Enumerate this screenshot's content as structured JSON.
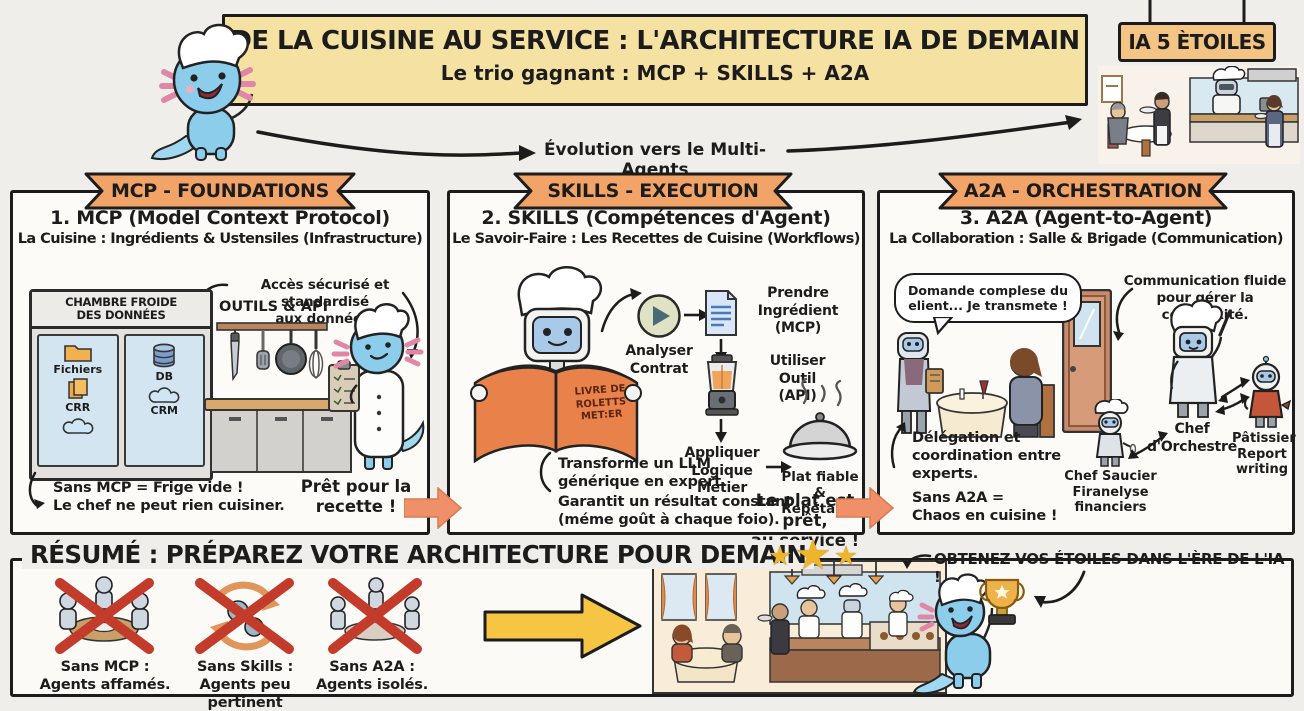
{
  "colors": {
    "background": "#efeeea",
    "panel_bg": "#fcfbf7",
    "ink": "#1c1c1c",
    "banner_yellow": "#f5e2a3",
    "ribbon_orange": "#f2a468",
    "transition_orange": "#f09068",
    "big_arrow_yellow": "#f6c544",
    "cross_red": "#c23b2b",
    "axolotl_blue": "#8ccdec",
    "gill_pink": "#e087a8",
    "star_gold": "#f0b42a",
    "sign_tan": "#f3c484"
  },
  "header": {
    "title": "DE LA CUISINE AU SERVICE : L'ARCHITECTURE IA DE DEMAIN",
    "subtitle": "Le trio gagnant : MCP + SKILLS + A2A",
    "evolution_label": "Évolution vers le Multi-Agents",
    "sign": "IA 5 ÈTOILES"
  },
  "mcp": {
    "ribbon": "MCP - FOUNDATIONS",
    "title": "1. MCP (Model Context Protocol)",
    "subtitle": "La Cuisine : Ingrédients & Ustensiles (Infrastructure)",
    "annotation": "Accès sécurisé et standardisé\naux données.",
    "fridge_label": "CHAMBRE FROIDE\nDES DONNÉES",
    "item_fichiers": "Fichiers",
    "item_crr": "CRR",
    "item_db": "DB",
    "item_crm": "CRM",
    "tools_label": "OUTILS & API",
    "warning": "Sans MCP = Frige vide !\nLe chef ne peut rien cuisiner.",
    "transition": "Prêt pour la\nrecette !"
  },
  "skills": {
    "ribbon": "SKILLS - EXECUTION",
    "title": "2. SKILLS (Compétences d'Agent)",
    "subtitle": "Le Savoir-Faire : Les Recettes de Cuisine (Workflows)",
    "book": "LIVRE DE\nROLETTS\nMET:ER",
    "step_analyser": "Analyser\nContrat",
    "step_prendre": "Prendre\nIngrédient\n(MCP)",
    "step_utiliser": "Utiliser\nOutil\n(API)",
    "step_appliquer": "Appliquer\nLogique\nMetier",
    "step_plat": "Plat fiable\n& Répétable",
    "note_transforme": "Transforme un LLM\ngénérique en expert.",
    "note_garantit": "Garantit un résultat constant\n(méme goût à chaque foio).",
    "transition": "Le plat est prêt,\nau service !"
  },
  "a2a": {
    "ribbon": "A2A - ORCHESTRATION",
    "title": "3. A2A (Agent-to-Agent)",
    "subtitle": "La Collaboration : Salle & Brigade (Communication)",
    "bubble": "Domande complese du\nelient... Je transmete !",
    "annotation": "Communication fluide\npour gérer la complexité.",
    "chef_orchestre": "Chef\nd'Orchestre",
    "chef_saucier": "Chef Saucier\nFiranelyse\nfinanciers",
    "patissier": "Pâtissier\nReport\nwriting",
    "note_delegation": "Délégation et\ncoordination entre\nexperts.",
    "warning": "Sans A2A =\nChaos en cuisine !"
  },
  "summary": {
    "title": "RÉSUMÉ : PRÉPAREZ VOTRE ARCHITECTURE POUR DEMAIN",
    "fail_mcp": "Sans MCP :\nAgents affamés.",
    "fail_skills": "Sans Skills :\nAgents peu pertinent",
    "fail_a2a": "Sans A2A :\nAgents isolés.",
    "goal": "OBTENEZ VOS ÉTOILES DANS L'ÈRE DE L'IA !",
    "stars": "★★★"
  },
  "icons": [
    "axolotl-chef-mascot",
    "restaurant-sign",
    "folder-icon",
    "files-icon",
    "database-icon",
    "cloud-icon",
    "utensils-rack-icon",
    "clipboard-icon",
    "recipe-book-icon",
    "play-icon",
    "document-icon",
    "blender-icon",
    "cloche-icon",
    "door-icon",
    "speech-bubble",
    "baton-icon",
    "red-x-icon",
    "star-icon",
    "trophy-icon",
    "big-yellow-arrow",
    "transition-arrow"
  ]
}
